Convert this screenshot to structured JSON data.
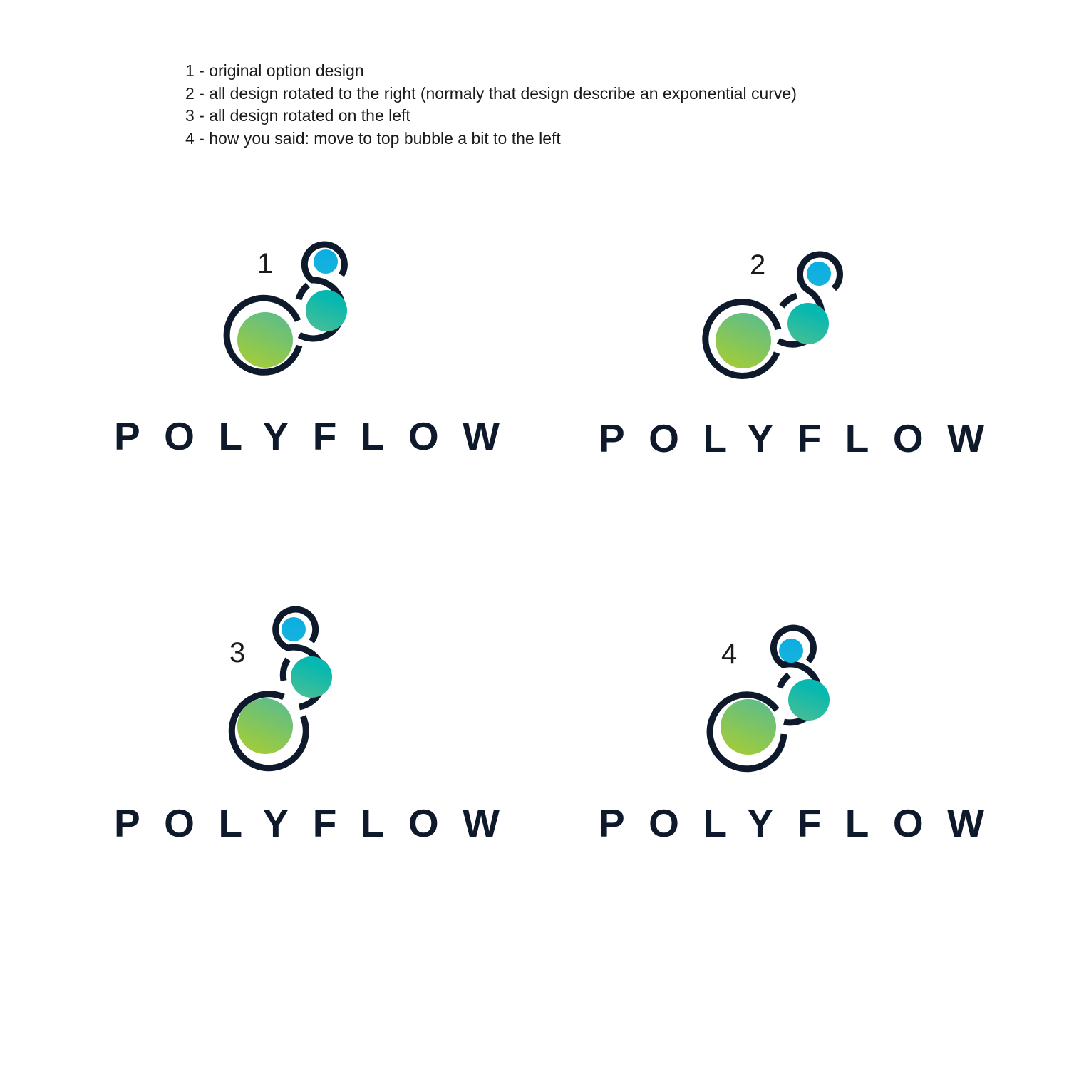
{
  "notes": [
    "1 - original option design",
    "2 - all design rotated to the right (normaly that design describe an exponential curve)",
    "3 - all design rotated on the left",
    "4 - how you said: move to top bubble a bit to the left"
  ],
  "brand": {
    "name": "POLYFLOW",
    "colors": {
      "outline": "#0e1a2b",
      "small_bubble": "#0aaee3",
      "medium_bubble_top": "#06b8b0",
      "medium_bubble_bottom": "#46be96",
      "large_bubble_top": "#5cbd8a",
      "large_bubble_bottom": "#a3cc38"
    }
  },
  "variants": [
    {
      "number": "1",
      "label": "POLYFLOW"
    },
    {
      "number": "2",
      "label": "POLYFLOW"
    },
    {
      "number": "3",
      "label": "POLYFLOW"
    },
    {
      "number": "4",
      "label": "POLYFLOW"
    }
  ]
}
